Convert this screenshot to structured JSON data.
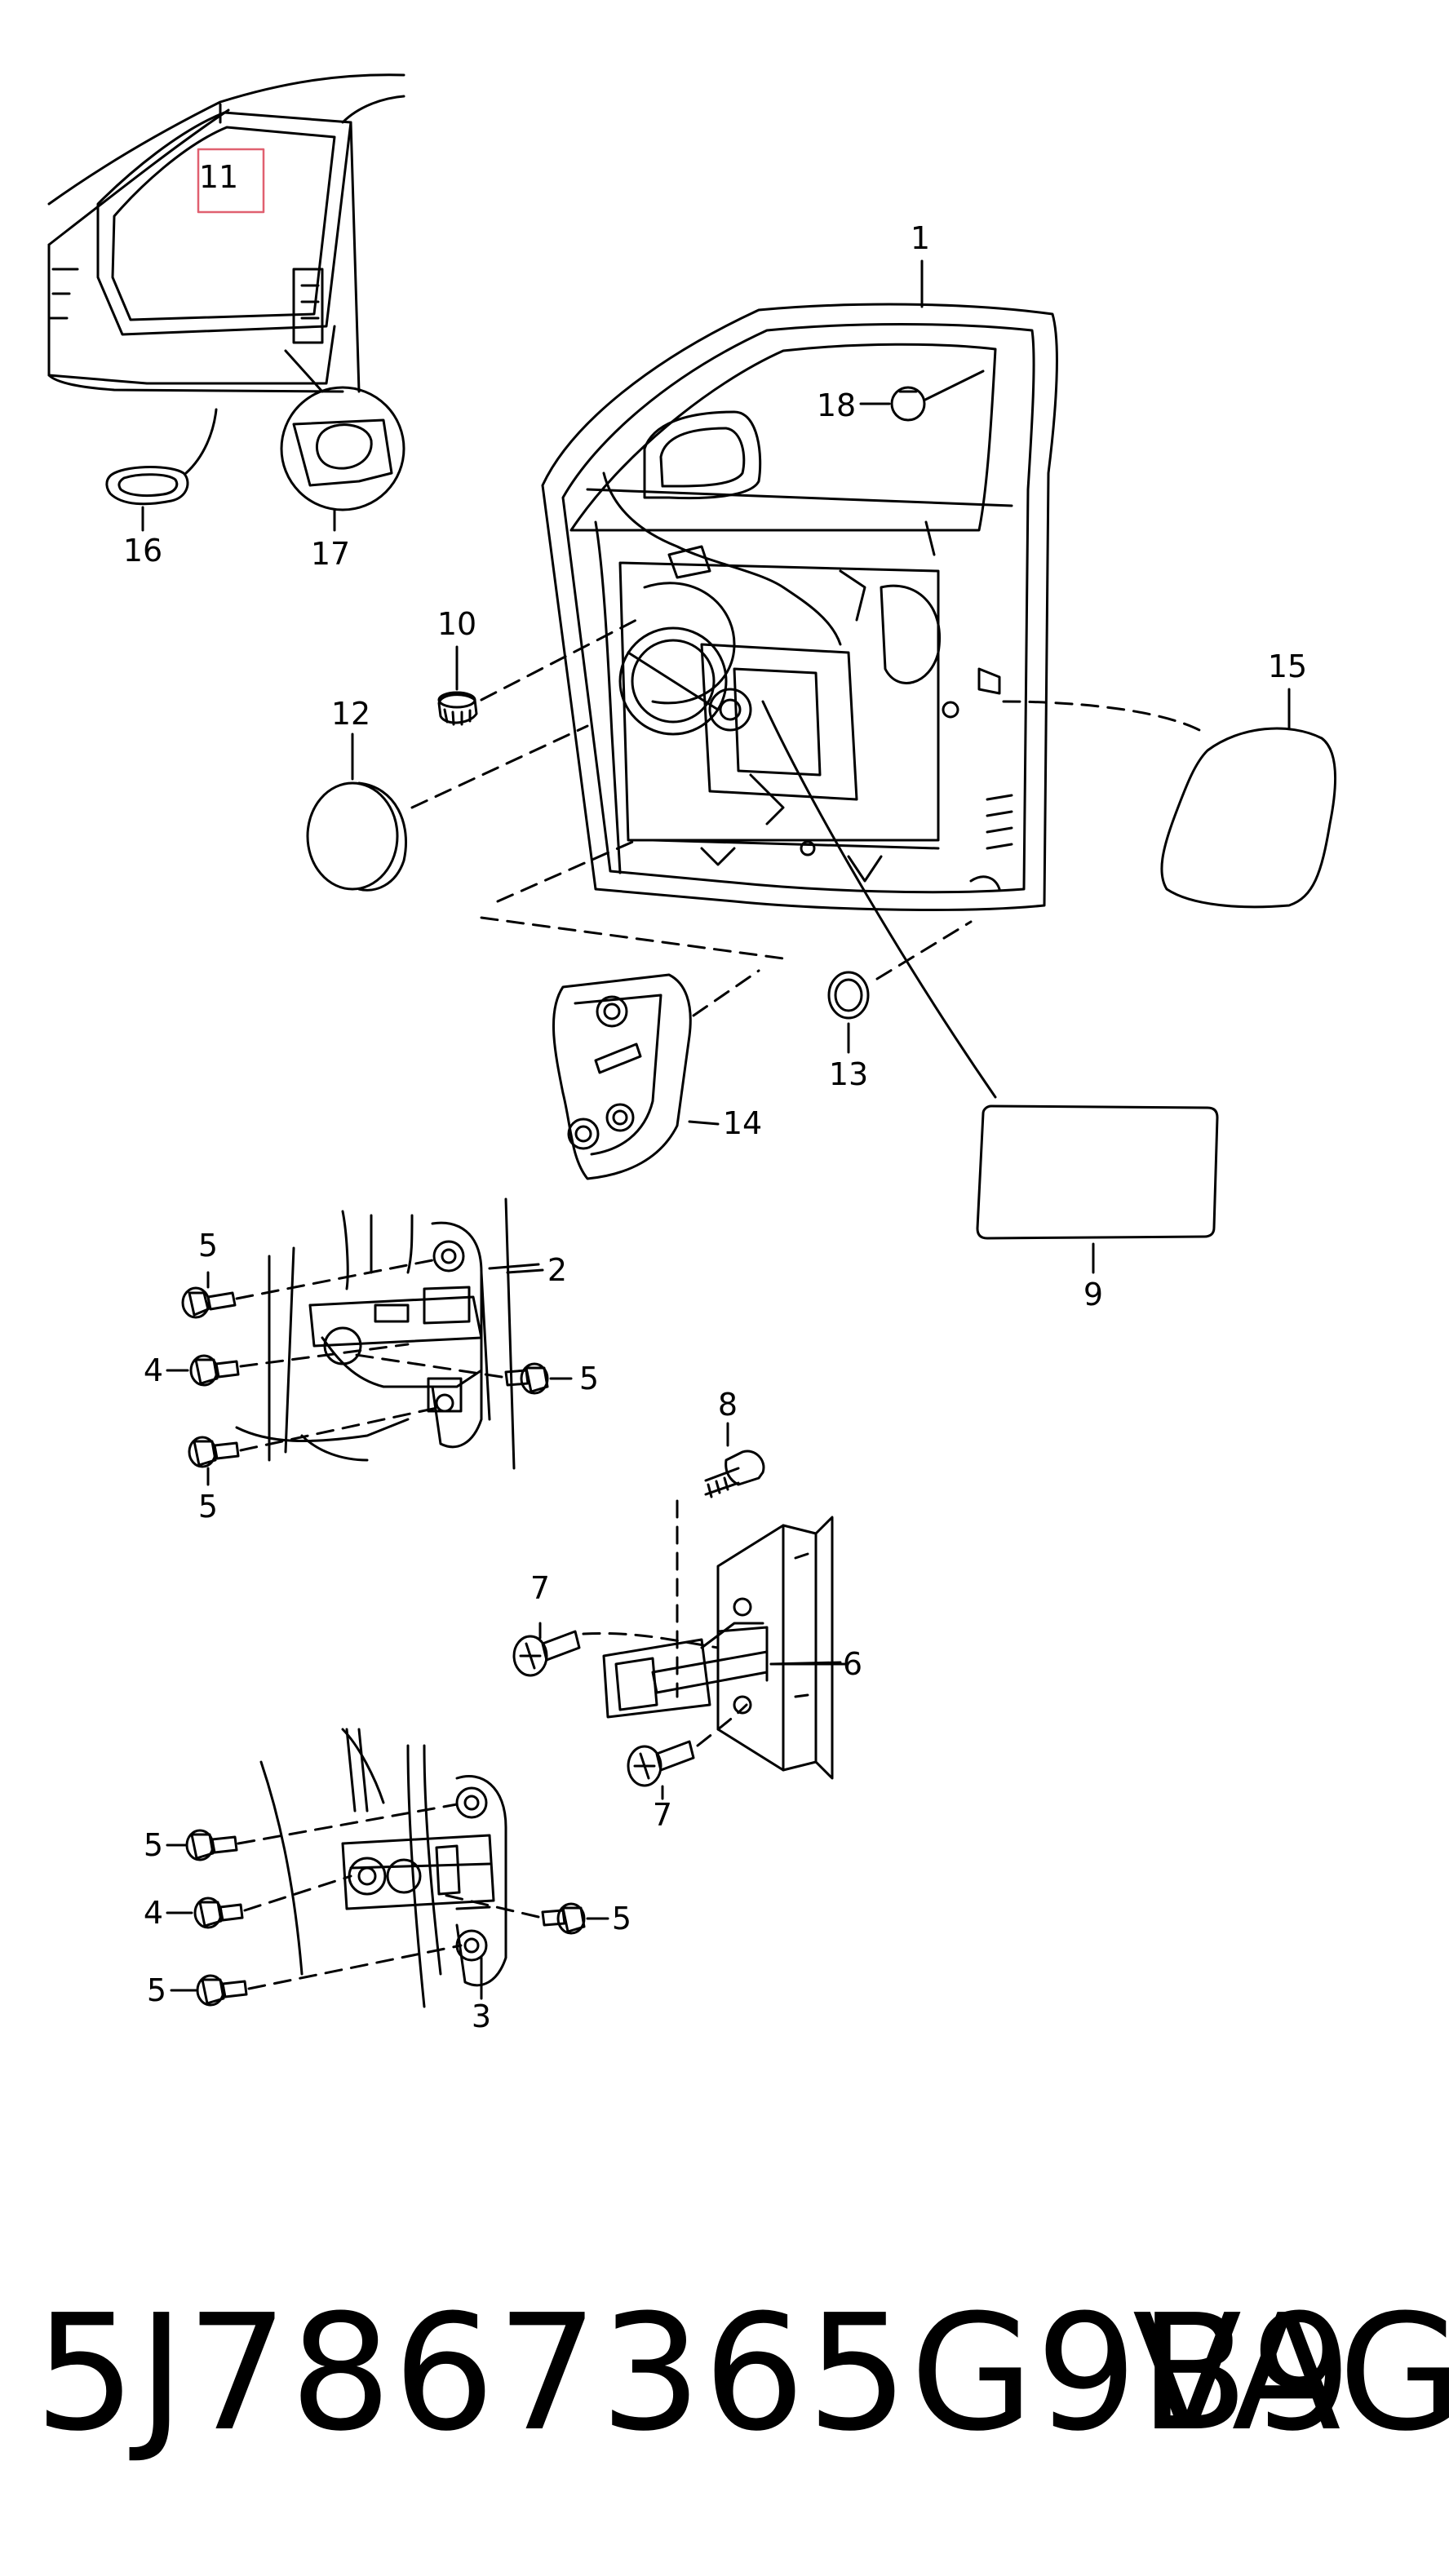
{
  "diagram": {
    "callouts": {
      "c1": "1",
      "c2": "2",
      "c3": "3",
      "c4a": "4",
      "c4b": "4",
      "c5a": "5",
      "c5b": "5",
      "c5c": "5",
      "c5d": "5",
      "c5e": "5",
      "c5f": "5",
      "c6": "6",
      "c7a": "7",
      "c7b": "7",
      "c8": "8",
      "c9": "9",
      "c10": "10",
      "c11": "11",
      "c12": "12",
      "c13": "13",
      "c14": "14",
      "c15": "15",
      "c16": "16",
      "c17": "17",
      "c18": "18"
    },
    "highlight_color": "#e06070",
    "line_color": "#000000"
  },
  "caption": {
    "part_number": "5J7867365G9B9",
    "brand": "VAG"
  }
}
